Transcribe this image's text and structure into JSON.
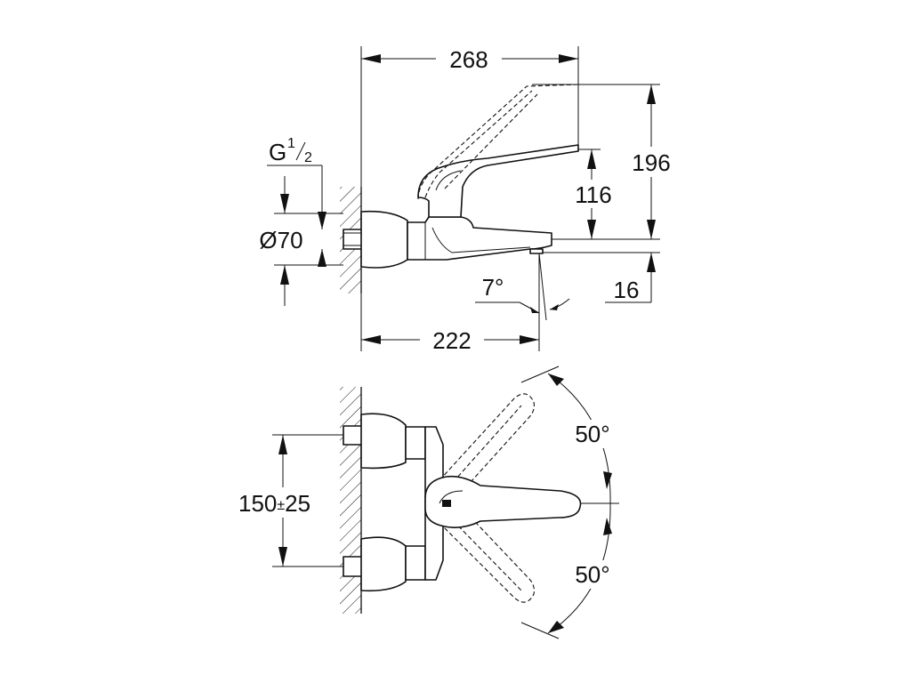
{
  "side_view": {
    "overall_length": "268",
    "overall_height": "196",
    "lever_height": "116",
    "thread_main": "G",
    "thread_num": "1",
    "thread_den": "2",
    "rosette_diameter": "Ø70",
    "spout_angle": "7°",
    "spout_drop": "16",
    "spout_projection": "222"
  },
  "top_view": {
    "centres": "150",
    "centres_tol": "±",
    "centres_tol_value": "25",
    "swing_up": "50°",
    "swing_down": "50°"
  }
}
